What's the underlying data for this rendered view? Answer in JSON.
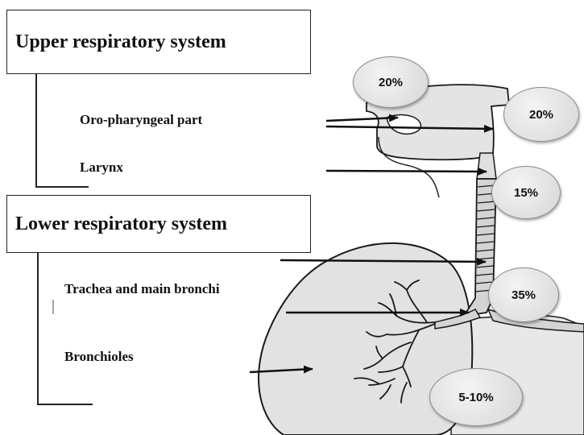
{
  "headers": {
    "upper": "Upper respiratory system",
    "lower": "Lower respiratory system"
  },
  "labels": {
    "oro_pharyngeal": "Oro-pharyngeal part",
    "larynx": "Larynx",
    "trachea": "Trachea and main bronchi",
    "bronchioles": "Bronchioles"
  },
  "badges": {
    "top": "20%",
    "oro_pharyngeal": "20%",
    "larynx": "15%",
    "trachea": "35%",
    "bronchioles": "5-10%"
  },
  "colors": {
    "lung_fill": "#e2e2e2",
    "outline": "#1a1a1a",
    "badge_fill": "#dcdcdc"
  }
}
